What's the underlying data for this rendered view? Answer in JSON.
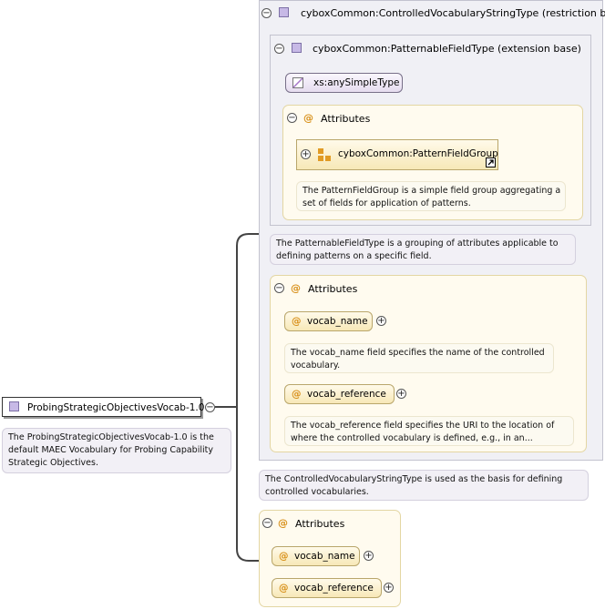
{
  "root": {
    "name": "ProbingStrategicObjectivesVocab-1.0",
    "doc": [
      "The ProbingStrategicObjectivesVocab-1.0 is the",
      "default MAEC Vocabulary for Probing Capability",
      "Strategic Objectives."
    ]
  },
  "restriction": {
    "title": "cyboxCommon:ControlledVocabularyStringType (restriction base)",
    "doc": [
      "The ControlledVocabularyStringType is used as the basis for defining",
      "controlled vocabularies."
    ]
  },
  "extension": {
    "title": "cyboxCommon:PatternableFieldType (extension base)",
    "doc": [
      "The PatternableFieldType is a grouping of attributes applicable to",
      "defining patterns on a specific field."
    ]
  },
  "simple_type": {
    "label": "xs:anySimpleType"
  },
  "attributes_label": "Attributes",
  "pattern_group": {
    "label": "cyboxCommon:PatternFieldGroup",
    "doc": [
      "The PatternFieldGroup is a simple field group aggregating a",
      "set of fields for application of patterns."
    ]
  },
  "inner_attributes": [
    {
      "name": "vocab_name",
      "doc": [
        "The vocab_name field specifies the name of the controlled",
        "vocabulary."
      ]
    },
    {
      "name": "vocab_reference",
      "doc": [
        "The vocab_reference field specifies the URI to the location of",
        "where the controlled vocabulary is defined, e.g., in an..."
      ]
    }
  ],
  "outer_attributes": [
    {
      "name": "vocab_name"
    },
    {
      "name": "vocab_reference"
    }
  ],
  "colors": {
    "type_box": "#f0f0f5",
    "attribute_box": "#fffbef",
    "attribute_pill": "#f7e8b7",
    "attribute_icon": "#d8901a",
    "type_icon": "#c7b9e6",
    "connector": "#444444"
  }
}
